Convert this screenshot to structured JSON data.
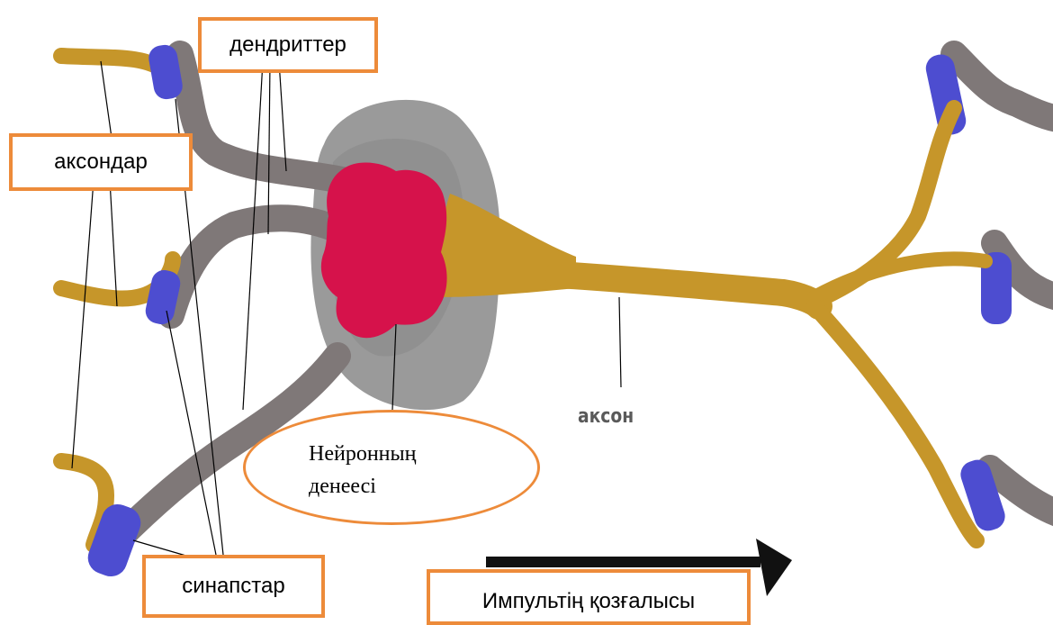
{
  "labels": {
    "dendrites": "дендриттер",
    "axons": "аксондар",
    "synapses": "синапстар",
    "impulse": "Импультің қозғалысы",
    "axon": "аксон",
    "cell_body_line1": "Нейронның",
    "cell_body_line2": "денеесі"
  },
  "colors": {
    "axon": "#C6962A",
    "dendrite": "#7F7878",
    "synapse": "#4D4DD0",
    "nucleus": "#D6124B",
    "soma": "#9A9A9A",
    "box_border": "#ED8B3A",
    "arrow": "#111111"
  }
}
